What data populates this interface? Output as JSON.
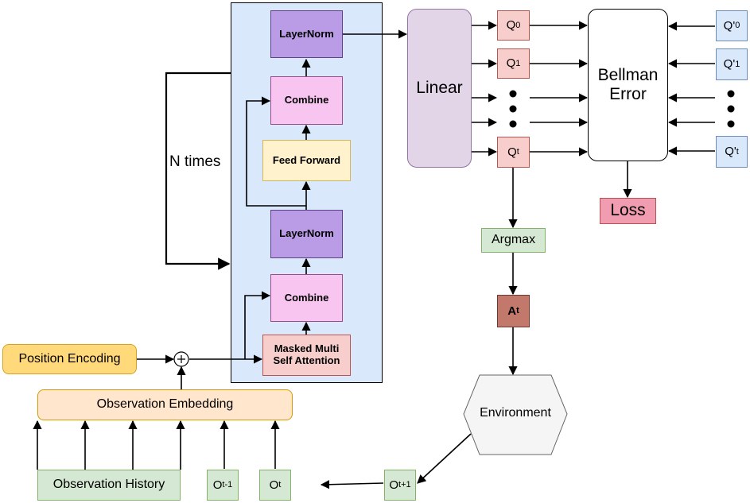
{
  "transformer": {
    "layernorm_top": "LayerNorm",
    "combine_top": "Combine",
    "feed_forward": "Feed Forward",
    "layernorm_mid": "LayerNorm",
    "combine_bottom": "Combine",
    "attention_line1": "Masked Multi",
    "attention_line2": "Self Attention",
    "repeat_label": "N times"
  },
  "inputs": {
    "position_encoding": "Position Encoding",
    "observation_embedding": "Observation Embedding",
    "observation_history": "Observation History",
    "o_prev_base": "O",
    "o_prev_sub": "t-1",
    "o_t_base": "O",
    "o_t_sub": "t",
    "o_next_base": "O",
    "o_next_sub": "t+1"
  },
  "head": {
    "linear": "Linear",
    "q0_base": "Q",
    "q0_sub": "0",
    "q1_base": "Q",
    "q1_sub": "1",
    "qt_base": "Q",
    "qt_sub": "t",
    "tq0_base": "Q'",
    "tq0_sub": "0",
    "tq1_base": "Q'",
    "tq1_sub": "1",
    "tqt_base": "Q'",
    "tqt_sub": "t",
    "bellman_line1": "Bellman",
    "bellman_line2": "Error",
    "loss": "Loss",
    "argmax": "Argmax",
    "action_base": "A",
    "action_sub": "t",
    "environment": "Environment"
  },
  "colors": {
    "transformer_bg": "#dae8fc",
    "layernorm": "#b99be6",
    "combine": "#f8c4f0",
    "feed_forward": "#fff2cc",
    "attention": "#f8cecc",
    "linear": "#e1d5e7",
    "q_values": "#f8cecc",
    "target_q": "#dae8fc",
    "loss": "#f19cb1",
    "argmax": "#d5e8d4",
    "action": "#c2786b",
    "environment": "#f5f5f5",
    "position_encoding": "#ffd97a",
    "observation_embedding": "#ffe6cc",
    "observations": "#d5e8d4"
  }
}
